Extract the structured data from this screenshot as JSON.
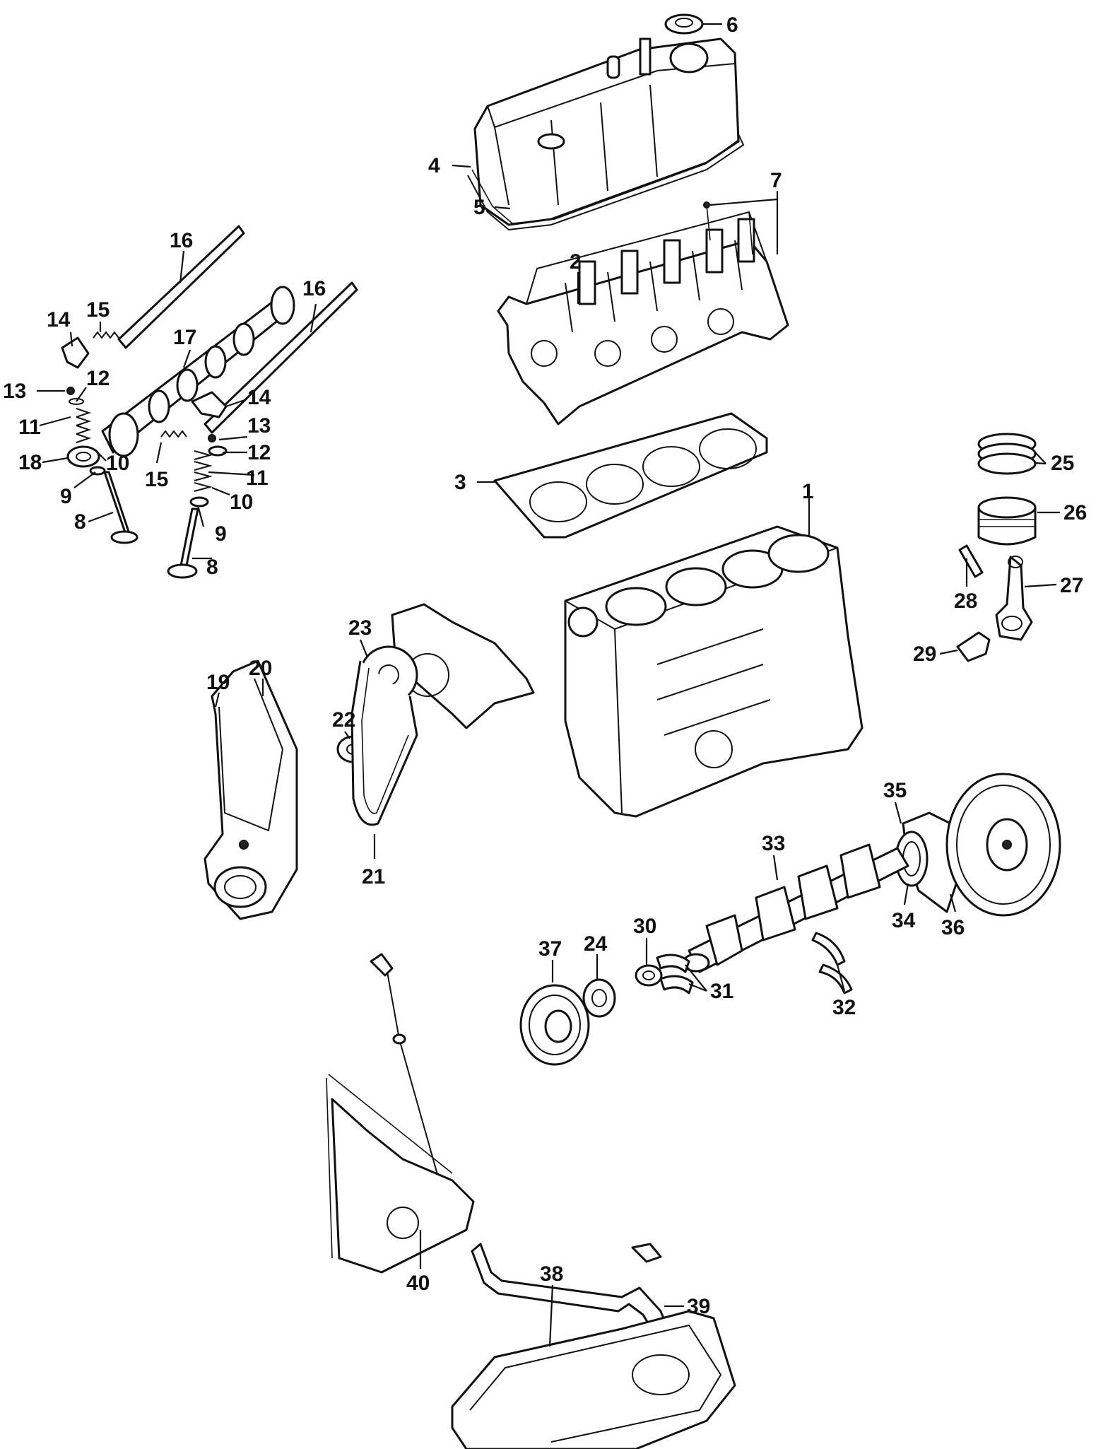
{
  "callouts": {
    "c1": "1",
    "c2": "2",
    "c3": "3",
    "c4": "4",
    "c5": "5",
    "c6": "6",
    "c7": "7",
    "c8a": "8",
    "c8b": "8",
    "c9a": "9",
    "c9b": "9",
    "c10a": "10",
    "c10b": "10",
    "c11a": "11",
    "c11b": "11",
    "c12a": "12",
    "c12b": "12",
    "c13a": "13",
    "c13b": "13",
    "c14a": "14",
    "c14b": "14",
    "c15a": "15",
    "c15b": "15",
    "c16a": "16",
    "c16b": "16",
    "c17": "17",
    "c18": "18",
    "c19": "19",
    "c20": "20",
    "c21": "21",
    "c22": "22",
    "c23": "23",
    "c24": "24",
    "c25": "25",
    "c26": "26",
    "c27": "27",
    "c28": "28",
    "c29": "29",
    "c30": "30",
    "c31": "31",
    "c32": "32",
    "c33": "33",
    "c34": "34",
    "c35": "35",
    "c36": "36",
    "c37": "37",
    "c38": "38",
    "c39": "39",
    "c40": "40"
  },
  "colors": {
    "ink": "#111111",
    "paper": "#ffffff"
  }
}
